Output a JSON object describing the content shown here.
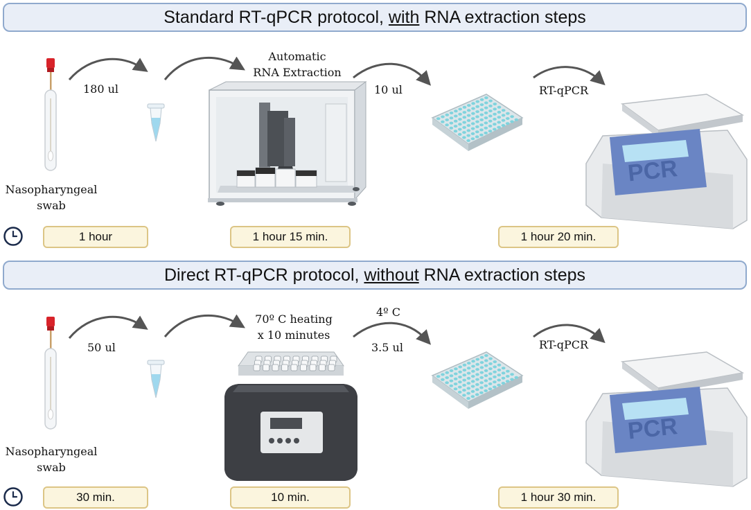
{
  "colors": {
    "banner_border": "#8fa9cd",
    "banner_fill": "#e9eef7",
    "pill_border": "#dcc585",
    "pill_fill": "#fbf5de",
    "plate_well": "#7fd3dd",
    "pcr_screen": "#6a85c4",
    "heater_body": "#3d3f44"
  },
  "protocol_1": {
    "title_pre": "Standard RT-qPCR protocol, ",
    "title_em": "with",
    "title_post": " RNA extraction steps",
    "sample_label": "Nasopharyngeal\nswab",
    "step1_volume": "180 ul",
    "stage2_label": "Automatic\nRNA Extraction",
    "step2_volume": "10 ul",
    "step3_label": "RT-qPCR",
    "instrument_text": "PCR",
    "time1": "1 hour",
    "time2": "1 hour 15 min.",
    "time3": "1 hour 20 min."
  },
  "protocol_2": {
    "title_pre": "Direct RT-qPCR protocol, ",
    "title_em": "without",
    "title_post": " RNA extraction steps",
    "sample_label": "Nasopharyngeal\nswab",
    "step1_volume": "50 ul",
    "stage2_label": "70º C heating\nx 10 minutes",
    "step2_temp": "4º C",
    "step2_volume": "3.5 ul",
    "step3_label": "RT-qPCR",
    "instrument_text": "PCR",
    "time1": "30 min.",
    "time2": "10 min.",
    "time3": "1 hour 30 min."
  },
  "icons": [
    "swab-tube-icon",
    "microtube-icon",
    "extraction-robot-icon",
    "heat-block-icon",
    "well-plate-icon",
    "pcr-machine-icon",
    "clock-icon",
    "curved-arrow-icon"
  ]
}
